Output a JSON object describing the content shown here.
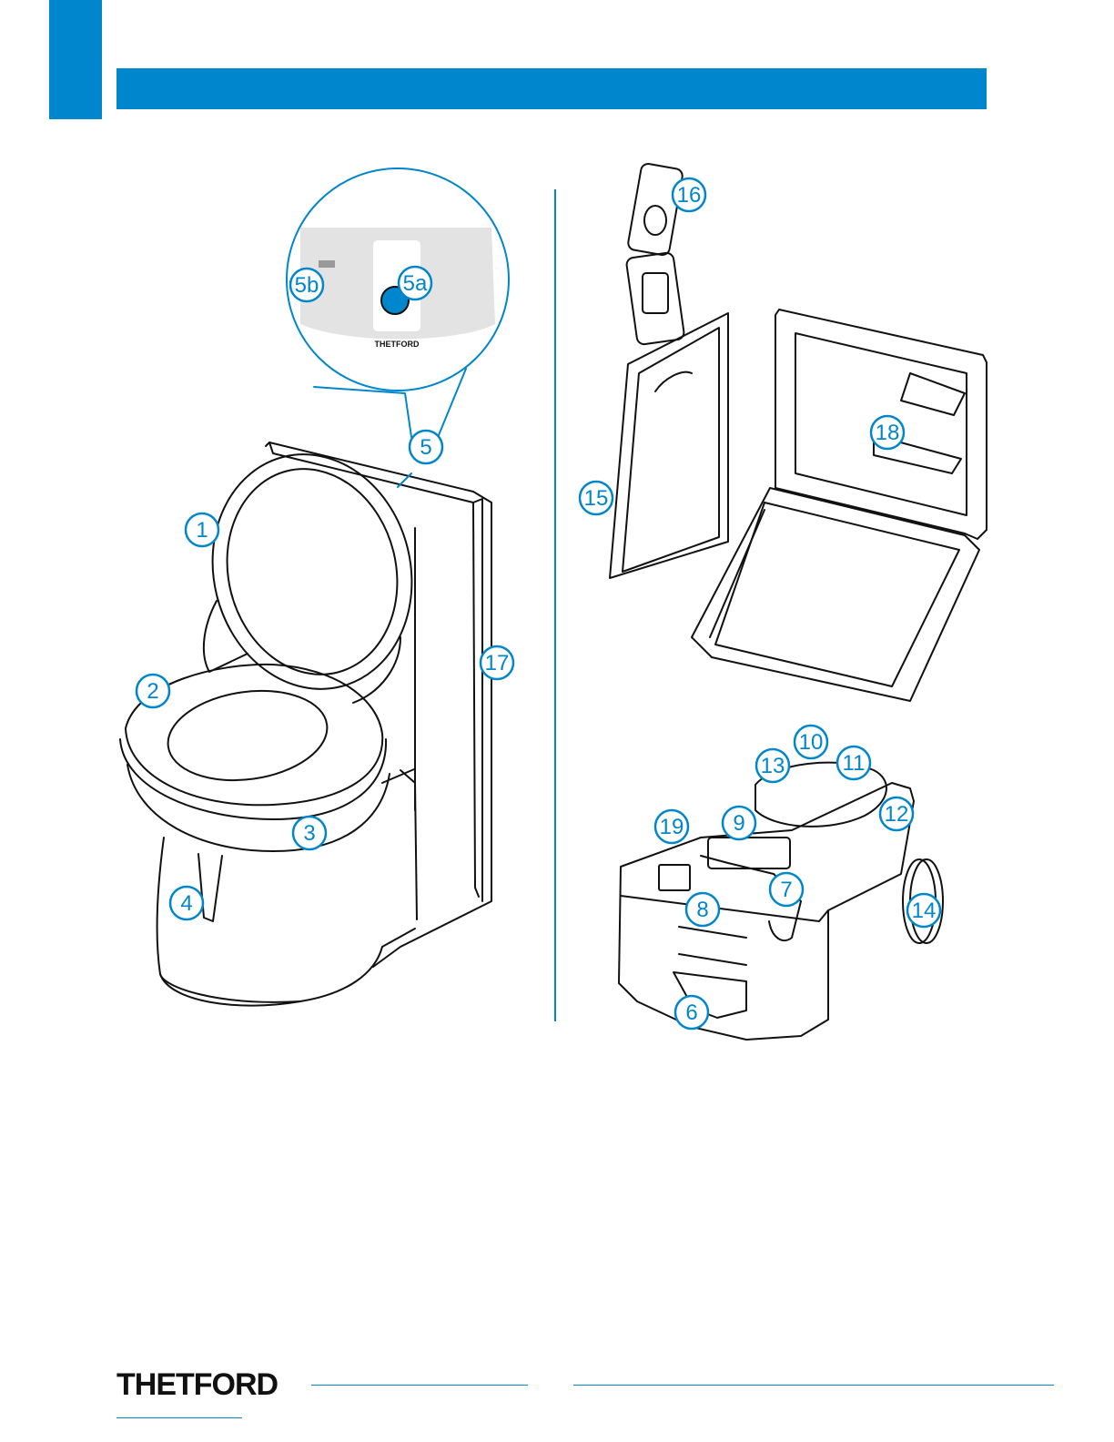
{
  "brand": {
    "name": "THETFORD",
    "accent": "#0086cc"
  },
  "panel_logo": "THETFORD",
  "callouts": {
    "c1": "1",
    "c2": "2",
    "c3": "3",
    "c4": "4",
    "c5": "5",
    "c5a": "5a",
    "c5b": "5b",
    "c6": "6",
    "c7": "7",
    "c8": "8",
    "c9": "9",
    "c10": "10",
    "c11": "11",
    "c12": "12",
    "c13": "13",
    "c14": "14",
    "c15": "15",
    "c16": "16",
    "c17": "17",
    "c18": "18",
    "c19": "19"
  }
}
